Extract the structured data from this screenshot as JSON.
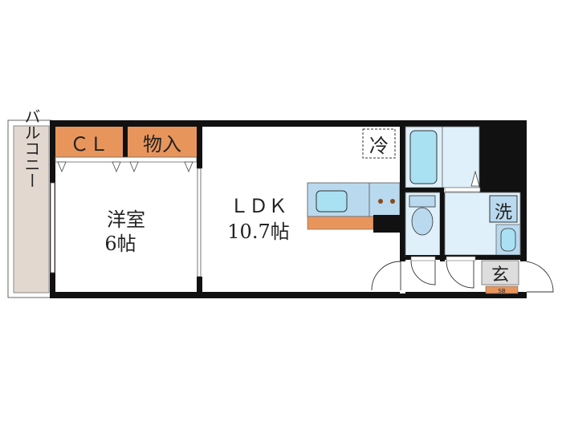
{
  "rooms": {
    "balcony": "バルコニー",
    "closet": "ＣＬ",
    "storage": "物入",
    "western_room": {
      "name": "洋室",
      "size": "6帖"
    },
    "ldk": {
      "name": "ＬＤＫ",
      "size": "10.7帖"
    },
    "fridge": "冷",
    "washer": "洗",
    "entrance": "玄",
    "shoe_box": "SB"
  },
  "colors": {
    "wall": "#111111",
    "storage": "#e8955c",
    "balcony": "#e2d8d0",
    "wet_area": "#dff0fa",
    "fixture": "#a9e1f2",
    "counter": "#b9d9ee"
  }
}
